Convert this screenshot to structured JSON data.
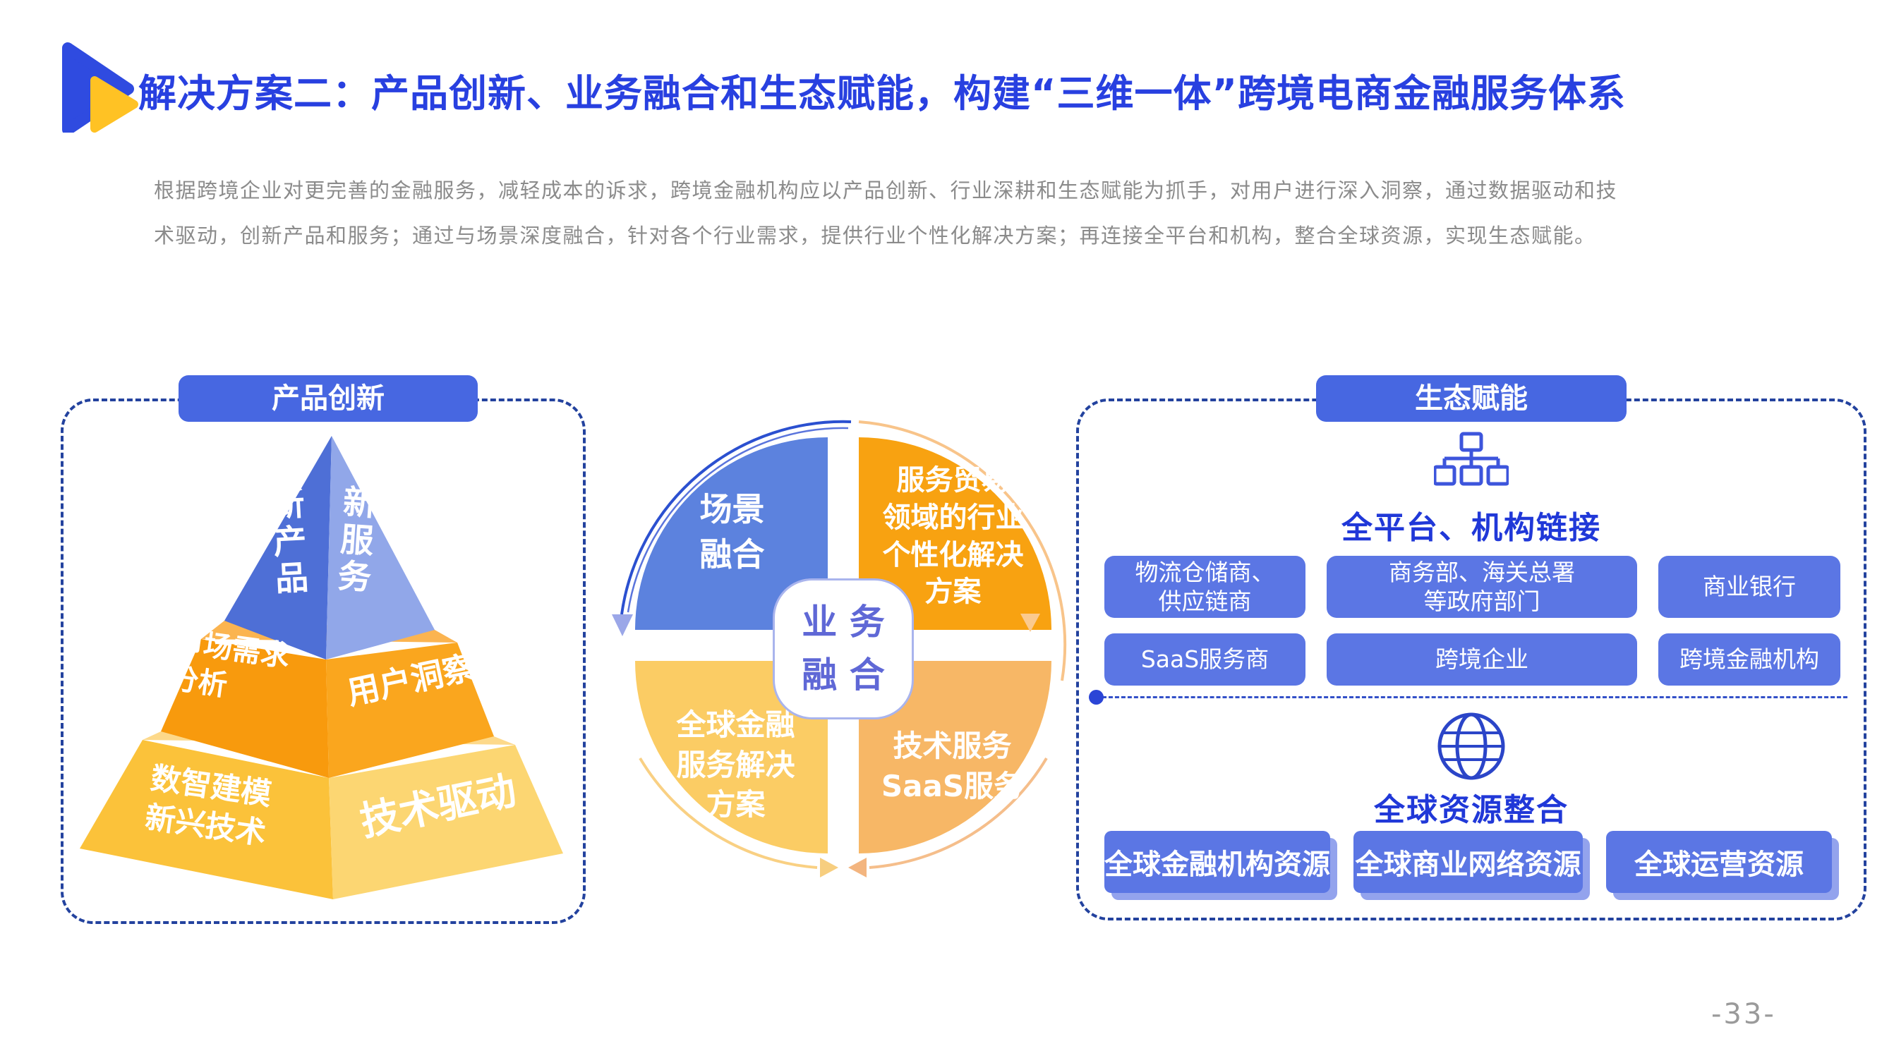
{
  "header": {
    "logo_icon": "play-triangles-logo",
    "title": "解决方案二：产品创新、业务融合和生态赋能，构建“三维一体”跨境电商金融服务体系",
    "paragraph": "根据跨境企业对更完善的金融服务，减轻成本的诉求，跨境金融机构应以产品创新、行业深耕和生态赋能为抓手，对用户进行深入洞察，通过数据驱动和技\n术驱动，创新产品和服务；通过与场景深度融合，针对各个行业需求，提供行业个性化解决方案；再连接全平台和机构，整合全球资源，实现生态赋能。"
  },
  "colors": {
    "title_blue": "#2840E0",
    "label_blue": "#4767E1",
    "button_blue": "#5B76E4",
    "dash_navy": "#23429E",
    "quadrant_blue": "#5C82DE",
    "quadrant_orange": "#F8A211",
    "quadrant_yellow": "#FBCC64",
    "quadrant_light_orange": "#F7B766",
    "pyramid_blue_dark": "#4E6FD6",
    "pyramid_blue_light": "#91A7E9",
    "pyramid_orange_dark": "#F89A0D",
    "pyramid_yellow": "#FBC23A",
    "paragraph_gray": "#8B8B8B"
  },
  "left_panel": {
    "label": "产品创新",
    "pyramid": {
      "tier1_left": "新\n产\n品",
      "tier1_right": "新\n服\n务",
      "tier2_left": "市场需求\n分析",
      "tier2_right": "用户洞察",
      "tier3_left": "数智建模\n新兴技术",
      "tier3_right": "技术驱动"
    }
  },
  "center_diagram": {
    "center_label": "业 务\n融 合",
    "quadrants": [
      {
        "position": "top-left",
        "label": "场景\n融合"
      },
      {
        "position": "top-right",
        "label": "服务贸易\n领域的行业\n个性化解决\n方案"
      },
      {
        "position": "bottom-left",
        "label": "全球金融\n服务解决\n方案"
      },
      {
        "position": "bottom-right",
        "label": "技术服务\nSaaS服务"
      }
    ]
  },
  "right_panel": {
    "label": "生态赋能",
    "platform": {
      "icon": "sitemap-icon",
      "heading": "全平台、机构链接",
      "buttons": [
        {
          "label": "物流仓储商、\n供应链商"
        },
        {
          "label": "商务部、海关总署\n等政府部门"
        },
        {
          "label": "商业银行"
        },
        {
          "label": "SaaS服务商"
        },
        {
          "label": "跨境企业"
        },
        {
          "label": "跨境金融机构"
        }
      ]
    },
    "global": {
      "icon": "globe-icon",
      "heading": "全球资源整合",
      "buttons": [
        {
          "label": "全球金融机构资源"
        },
        {
          "label": "全球商业网络资源"
        },
        {
          "label": "全球运营资源"
        }
      ]
    }
  },
  "footer": {
    "page_number": "-33-"
  }
}
